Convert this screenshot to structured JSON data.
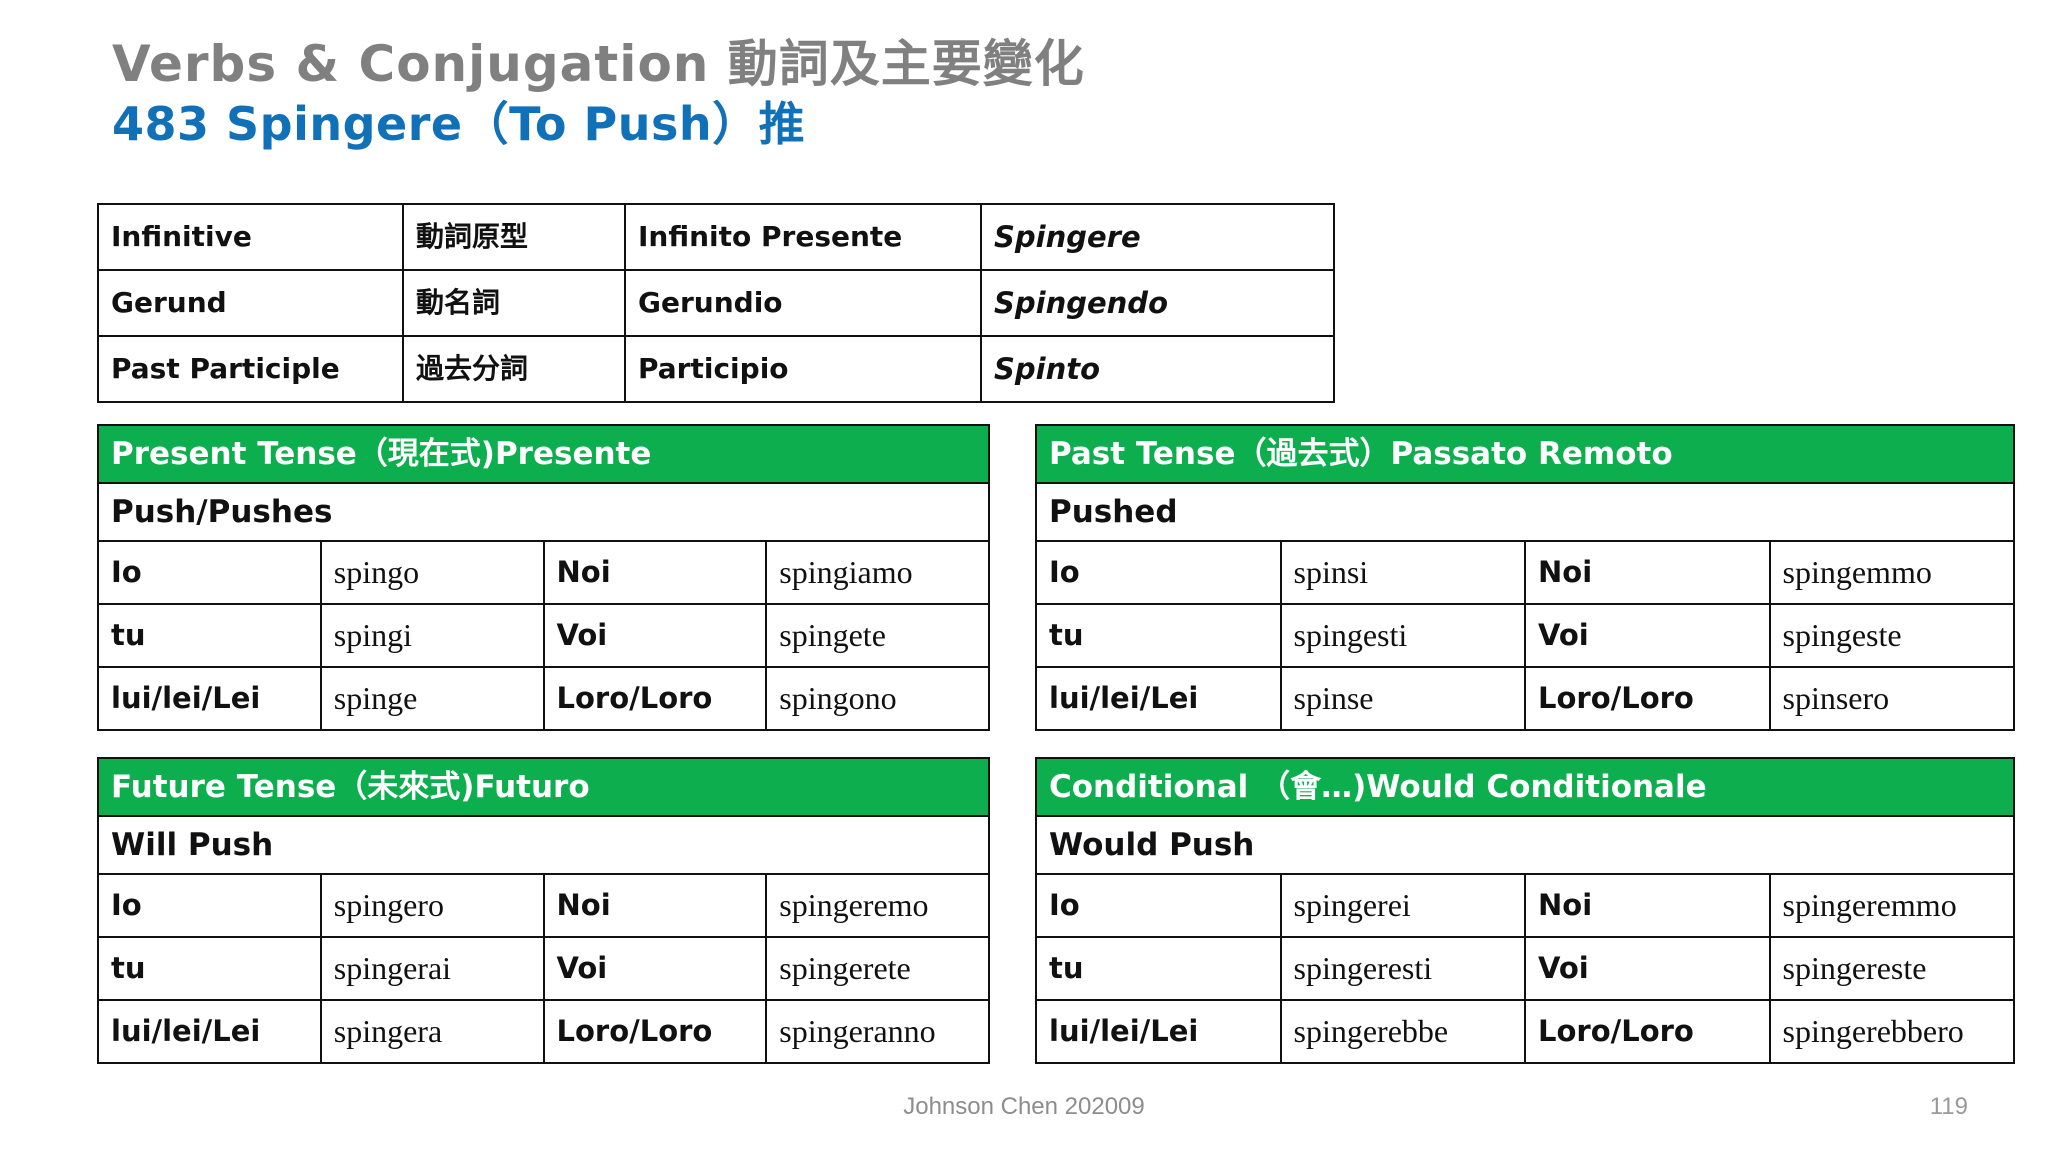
{
  "slide": {
    "title_main": "Verbs  & Conjugation 動詞及主要變化",
    "title_sub": "483 Spingere（To Push）推",
    "footer_credit": "Johnson Chen 202009",
    "page_number": "119",
    "colors": {
      "green": "#0CAE4E",
      "red": "#FF0000",
      "title_gray": "#808080",
      "title_blue": "#1070B8",
      "muted_gray": "#8D8D8D"
    }
  },
  "info_table": {
    "rows": [
      {
        "english": "Infinitive",
        "chinese": "動詞原型",
        "italian_label": "Infinito Presente",
        "form": "Spingere",
        "style": "green"
      },
      {
        "english": "Gerund",
        "chinese": "動名詞",
        "italian_label": "Gerundio",
        "form": "Spingendo",
        "style": "white"
      },
      {
        "english": "Past Participle",
        "chinese": "過去分詞",
        "italian_label": "Participio",
        "form": "Spinto",
        "style": "red"
      }
    ]
  },
  "tenses": [
    {
      "id": "present",
      "title": "Present Tense（現在式)Presente",
      "meaning": "Push/Pushes",
      "rows": [
        {
          "sing_pronoun": "Io",
          "sing_form": "spingo",
          "plur_pronoun": "Noi",
          "plur_form": "spingiamo"
        },
        {
          "sing_pronoun": "tu",
          "sing_form": "spingi",
          "plur_pronoun": "Voi",
          "plur_form": "spingete"
        },
        {
          "sing_pronoun": "lui/lei/Lei",
          "sing_form": "spinge",
          "plur_pronoun": "Loro/Loro",
          "plur_form": "spingono"
        }
      ]
    },
    {
      "id": "past",
      "title": "Past Tense（過去式）Passato Remoto",
      "meaning": "Pushed",
      "rows": [
        {
          "sing_pronoun": "Io",
          "sing_form": "spinsi",
          "plur_pronoun": "Noi",
          "plur_form": "spingemmo"
        },
        {
          "sing_pronoun": "tu",
          "sing_form": "spingesti",
          "plur_pronoun": "Voi",
          "plur_form": "spingeste"
        },
        {
          "sing_pronoun": "lui/lei/Lei",
          "sing_form": "spinse",
          "plur_pronoun": "Loro/Loro",
          "plur_form": "spinsero"
        }
      ]
    },
    {
      "id": "future",
      "title": "Future Tense（未來式)Futuro",
      "meaning": "Will Push",
      "rows": [
        {
          "sing_pronoun": "Io",
          "sing_form": "spingero",
          "plur_pronoun": "Noi",
          "plur_form": "spingeremo"
        },
        {
          "sing_pronoun": "tu",
          "sing_form": "spingerai",
          "plur_pronoun": "Voi",
          "plur_form": "spingerete"
        },
        {
          "sing_pronoun": "lui/lei/Lei",
          "sing_form": "spingera",
          "plur_pronoun": "Loro/Loro",
          "plur_form": "spingeranno"
        }
      ]
    },
    {
      "id": "conditional",
      "title": "Conditional （會…)Would  Conditionale",
      "meaning": "Would Push",
      "rows": [
        {
          "sing_pronoun": "Io",
          "sing_form": "spingerei",
          "plur_pronoun": "Noi",
          "plur_form": "spingeremmo"
        },
        {
          "sing_pronoun": "tu",
          "sing_form": "spingeresti",
          "plur_pronoun": "Voi",
          "plur_form": "spingereste"
        },
        {
          "sing_pronoun": "lui/lei/Lei",
          "sing_form": "spingerebbe",
          "plur_pronoun": "Loro/Loro",
          "plur_form": "spingerebbero"
        }
      ]
    }
  ]
}
